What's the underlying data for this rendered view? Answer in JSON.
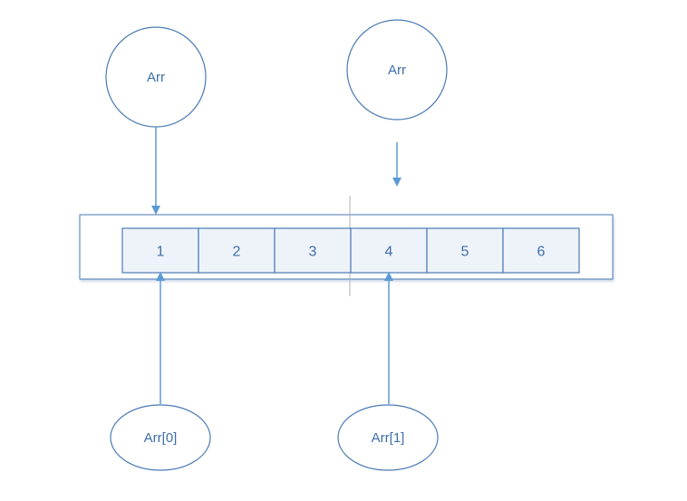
{
  "nodes": {
    "arr_top_left": "Arr",
    "arr_top_right": "Arr",
    "arr_index_0": "Arr[0]",
    "arr_index_1": "Arr[1]"
  },
  "array_cells": [
    "1",
    "2",
    "3",
    "4",
    "5",
    "6"
  ],
  "colors": {
    "stroke": "#4a7ab5",
    "arrow": "#5b9bd5",
    "text": "#3d6fa8",
    "cell_fill": "#eef3fa",
    "container_fill": "#ffffff",
    "divider": "#b0b0b0"
  }
}
